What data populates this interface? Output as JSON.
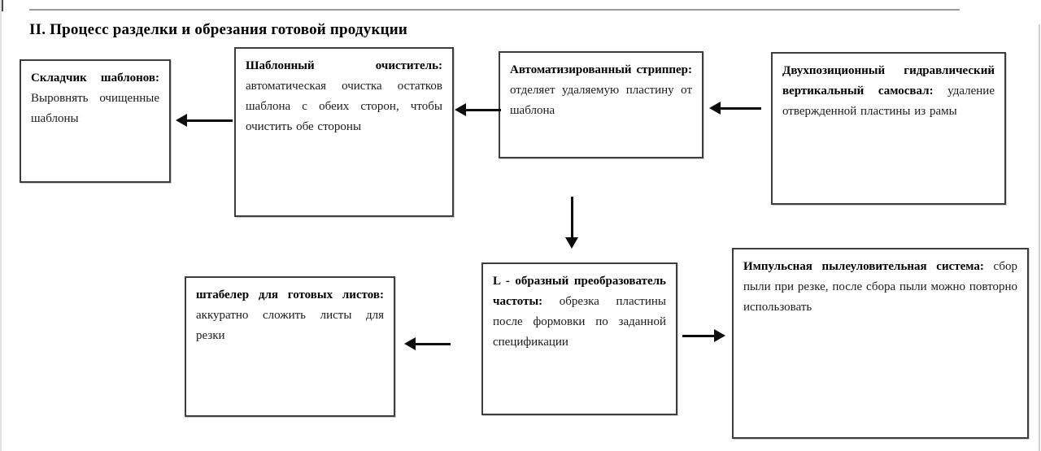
{
  "page": {
    "title": "II. Процесс разделки и обрезания готовой продукции"
  },
  "boxes": {
    "template_stacker": {
      "label": "Складчик шаблонов:",
      "desc": "Выровнять очищенные шаблоны"
    },
    "template_cleaner": {
      "label": "Шаблонный очиститель:",
      "desc": "автоматическая очистка остатков шаблона с обеих сторон, чтобы очистить обе стороны"
    },
    "auto_stripper": {
      "label": "Автоматизированный стриппер:",
      "desc": "отделяет удаляемую пластину от шаблона"
    },
    "hydraulic_tipper": {
      "label": "Двухпозиционный гидравлический вертикальный самосвал:",
      "desc": "удаление отвержденной пластины из рамы"
    },
    "l_converter": {
      "label": "L - образный преобразователь частоты:",
      "desc": "обрезка пластины после формовки по заданной спецификации"
    },
    "sheet_stacker": {
      "label": "штабелер для готовых листов:",
      "desc": "аккуратно сложить листы для резки"
    },
    "dust_system": {
      "label": "Импульсная пылеуловительная система:",
      "desc": "сбор пыли при резке, после сбора пыли можно повторно использовать"
    }
  },
  "connections": [
    {
      "from": "hydraulic_tipper",
      "to": "auto_stripper",
      "direction": "left"
    },
    {
      "from": "auto_stripper",
      "to": "template_cleaner",
      "direction": "left"
    },
    {
      "from": "template_cleaner",
      "to": "template_stacker",
      "direction": "left"
    },
    {
      "from": "auto_stripper",
      "to": "l_converter",
      "direction": "down"
    },
    {
      "from": "l_converter",
      "to": "sheet_stacker",
      "direction": "left"
    },
    {
      "from": "l_converter",
      "to": "dust_system",
      "direction": "right"
    }
  ],
  "colors": {
    "box_border": "#3d3d3d",
    "arrow": "#0d0d0d",
    "text": "#1a1a1a",
    "top_rule": "#9a9a9a"
  }
}
